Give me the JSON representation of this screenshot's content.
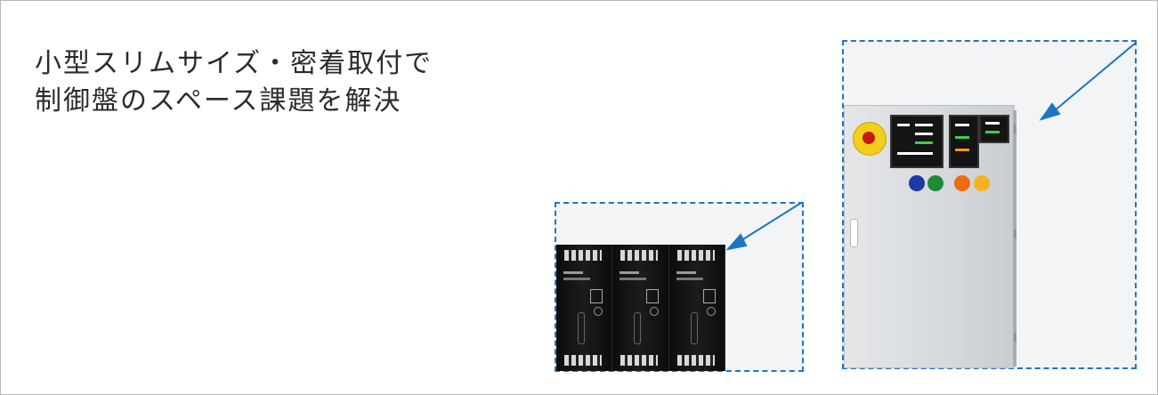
{
  "headline": {
    "line1": "小型スリムサイズ・密着取付で",
    "line2": "制御盤のスペース課題を解決"
  },
  "colors": {
    "accent": "#1f75c4",
    "text": "#2b2b2b",
    "frame_border": "#b8b8b8",
    "zoom_fill": "#f2f4f5"
  },
  "icons": {
    "arrow": "callout-arrow",
    "estop": "emergency-stop"
  }
}
